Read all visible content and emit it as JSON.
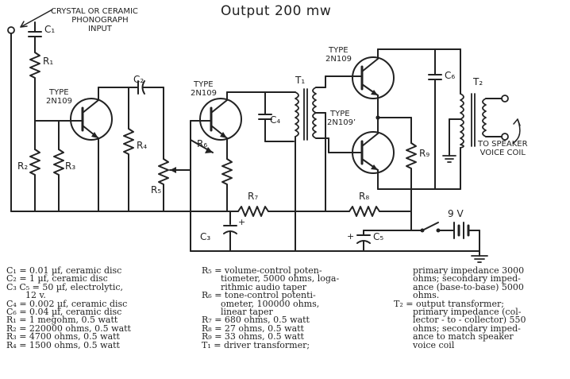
{
  "title": "Output 200 mw",
  "input_label": [
    "CRYSTAL OR CERAMIC",
    "PHONOGRAPH",
    "INPUT"
  ],
  "transistor_labels": {
    "q1": [
      "TYPE",
      "2N109"
    ],
    "q2": [
      "TYPE",
      "2N109"
    ],
    "q3": [
      "TYPE",
      "2N109"
    ],
    "q4": [
      "TYPE",
      "2N109’"
    ]
  },
  "component_labels": {
    "c1": "C₁",
    "c2": "C₂",
    "c3": "C₃",
    "c4": "C₄",
    "c5": "C₅",
    "c6": "C₆",
    "r1": "R₁",
    "r2": "R₂",
    "r3": "R₃",
    "r4": "R₄",
    "r5": "R₅",
    "r6": "R₆",
    "r7": "R₇",
    "r8": "R₈",
    "r9": "R₉",
    "t1": "T₁",
    "t2": "T₂"
  },
  "battery_label": "9 V",
  "speaker_label": [
    "TO SPEAKER",
    "VOICE COIL"
  ],
  "parts_list": {
    "col1": [
      "C₁ = 0.01 µf, ceramic disc",
      "C₂ = 1 µf, ceramic disc",
      "C₃ C₅ = 50 µf, electrolytic,",
      "12 v.",
      "C₄ = 0.002 µf, ceramic disc",
      "C₆ = 0.04 µf, ceramic disc",
      "R₁ = 1 megohm, 0.5 watt",
      "R₂ = 220000 ohms, 0.5 watt",
      "R₃ = 4700 ohms, 0.5 watt",
      "R₄ = 1500 ohms, 0.5 watt"
    ],
    "col2": [
      "R₅ = volume-control poten-",
      "tiometer, 5000 ohms, loga-",
      "rithmic audio taper",
      "R₆ = tone-control potenti-",
      "ometer, 100000 ohms,",
      "linear taper",
      "R₇ = 680 ohms, 0.5 watt",
      "R₈ = 27 ohms, 0.5 watt",
      "R₉ = 33 ohms, 0.5 watt",
      "T₁ = driver transformer;"
    ],
    "col3": [
      "primary impedance 3000",
      "ohms; secondary imped-",
      "ance (base-to-base) 5000",
      "ohms.",
      "T₂ = output transformer;",
      "primary impedance (col-",
      "lector - to - collector) 550",
      "ohms; secondary imped-",
      "ance to match speaker",
      "voice coil"
    ]
  }
}
